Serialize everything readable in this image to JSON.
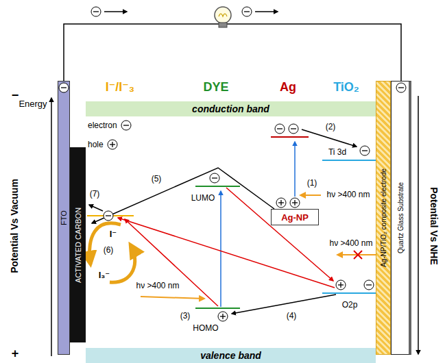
{
  "diagram": {
    "nodes": [
      {
        "text": [
          "conduction band"
        ]
      },
      {
        "text": [
          "FTO"
        ]
      },
      {
        "text": [
          "ACTIVATED CARBON"
        ]
      },
      {
        "text": [
          "Ag-NP"
        ]
      },
      {
        "text": [
          "Ag-NP/TiO₂ composite electrode"
        ]
      },
      {
        "text": [
          "Quartz Glass Substrate"
        ]
      },
      {
        "text": [
          "valence band"
        ]
      }
    ],
    "edges": [
      {
        "from": 1,
        "to": 5,
        "arrow": "none"
      }
    ],
    "labels": [
      "Energy",
      "−",
      "+",
      "Potential Vs Vacuum",
      "Potential Vs NHE",
      "I⁻/I⁻₃",
      "DYE",
      "Ag",
      "TiO₂",
      "LUMO",
      "HOMO",
      "Ti 3d",
      "O2p",
      "hν >400 nm",
      "hν >400 nm",
      "hν >400 nm",
      "(1)",
      "(2)",
      "(3)",
      "(4)",
      "(5)",
      "(6)",
      "(7)",
      "I⁻",
      "I₃⁻"
    ],
    "legend": [
      {
        "text": "electron"
      },
      {
        "text": "hole"
      }
    ]
  }
}
